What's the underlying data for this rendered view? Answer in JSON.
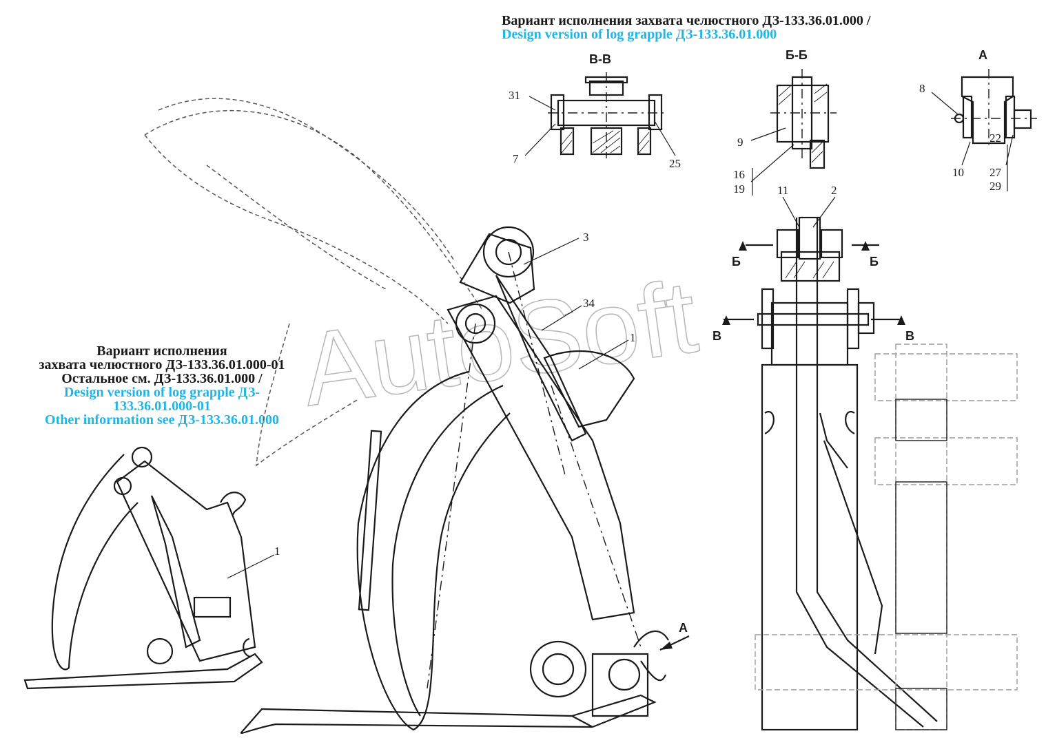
{
  "title_main": {
    "ru": "Вариант исполнения захвата челюстного ДЗ-133.36.01.000 /",
    "en": "Design version of log grapple ДЗ-133.36.01.000"
  },
  "title_alt": {
    "ru_line1": "Вариант исполнения",
    "ru_line2": "захвата челюстного ДЗ-133.36.01.000-01",
    "ru_line3": "Остальное см. ДЗ-133.36.01.000 /",
    "en_line1": "Design version of log grapple ДЗ-",
    "en_line2": "133.36.01.000-01",
    "en_line3": "Other information see ДЗ-133.36.01.000"
  },
  "watermark": "AutoSoft",
  "sections": {
    "vv": "В-В",
    "bb": "Б-Б",
    "a": "А",
    "b_mark": "Б",
    "v_mark": "В",
    "a_arrow": "А"
  },
  "callouts": {
    "n31": "31",
    "n7": "7",
    "n25": "25",
    "n9": "9",
    "n16": "16",
    "n19": "19",
    "n8": "8",
    "n10": "10",
    "n22": "22",
    "n27": "27",
    "n29": "29",
    "n11": "11",
    "n2": "2",
    "n3": "3",
    "n34": "34",
    "n1_main": "1",
    "n1_small": "1"
  }
}
